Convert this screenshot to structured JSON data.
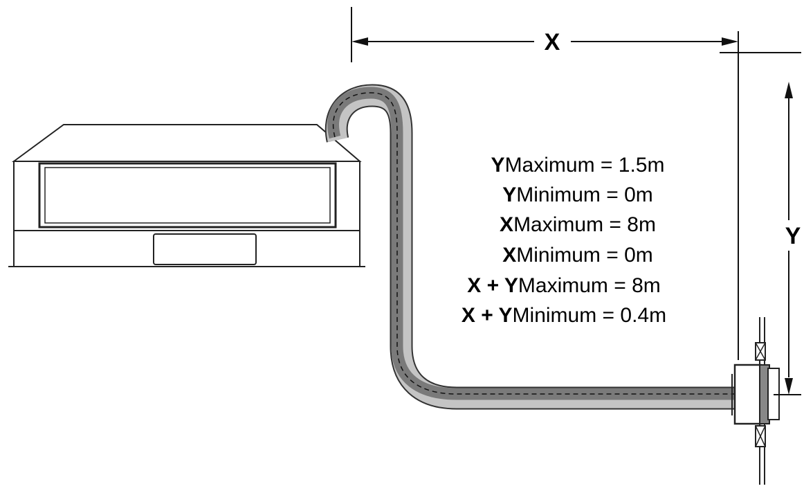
{
  "dimensions": {
    "x_label": "X",
    "y_label": "Y"
  },
  "specs": [
    {
      "bold": "Y",
      "rest": "Maximum = 1.5m"
    },
    {
      "bold": "Y",
      "rest": "Minimum = 0m"
    },
    {
      "bold": "X",
      "rest": "Maximum = 8m"
    },
    {
      "bold": "X",
      "rest": "Minimum = 0m"
    },
    {
      "bold": "X + Y",
      "rest": "Maximum = 8m"
    },
    {
      "bold": "X + Y",
      "rest": "Minimum = 0.4m"
    }
  ]
}
